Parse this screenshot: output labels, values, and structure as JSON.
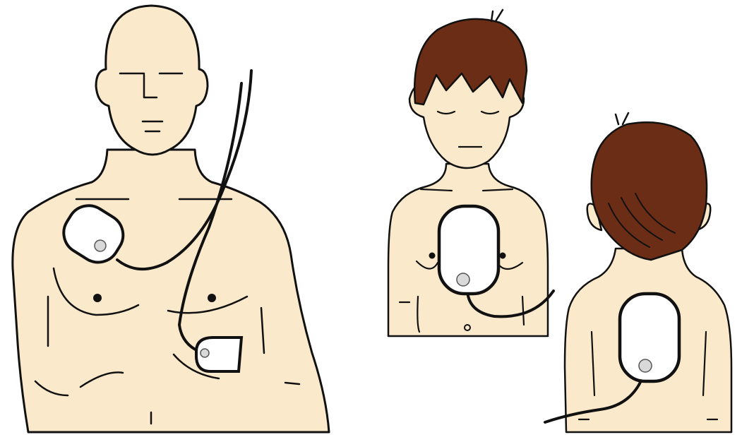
{
  "colors": {
    "skin": "#fbe9cc",
    "outline": "#111111",
    "hair": "#6b2d16",
    "pad_fill": "#ffffff",
    "pad_connector": "#d9d9d9"
  },
  "panels": [
    {
      "subject": "adult",
      "view": "front",
      "pads": [
        "upper-right-chest-pad",
        "lower-left-side-pad"
      ]
    },
    {
      "subject": "child",
      "view": "front",
      "pads": [
        "center-chest-pad"
      ]
    },
    {
      "subject": "child",
      "view": "back",
      "pads": [
        "center-back-pad"
      ]
    }
  ]
}
